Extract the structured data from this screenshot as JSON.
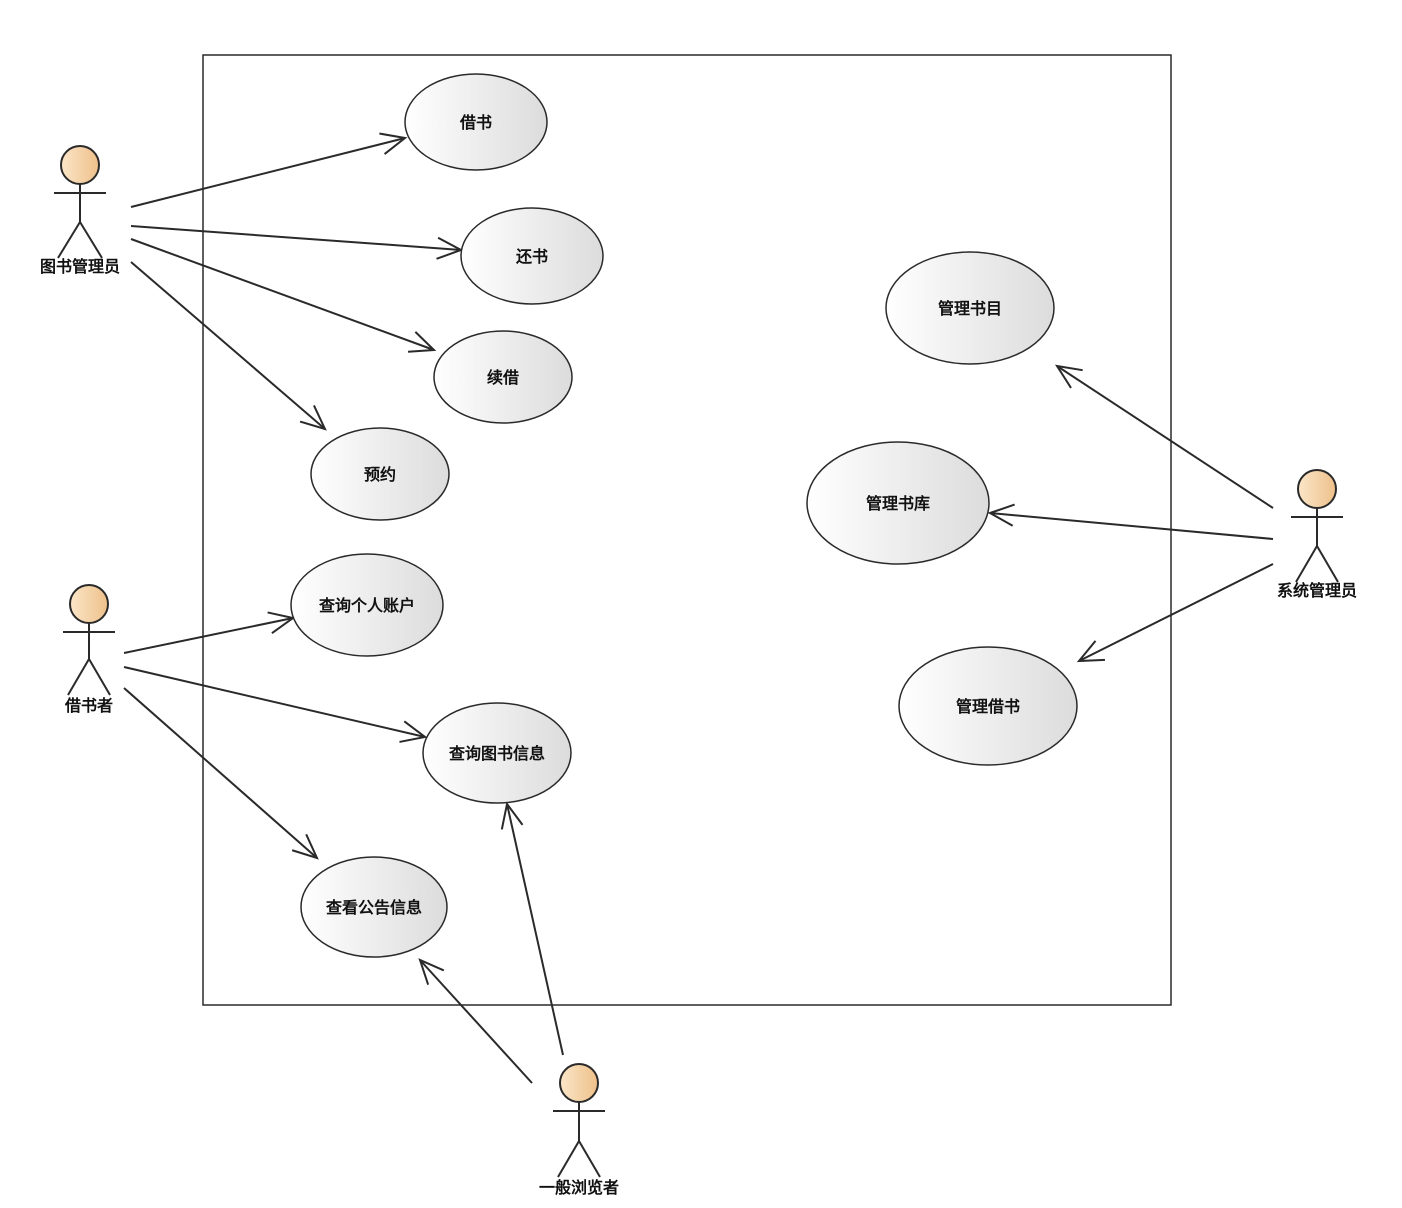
{
  "diagram": {
    "type": "uml-use-case",
    "colors": {
      "actor_head_light": "#fbe6c8",
      "actor_head_dark": "#eec08a",
      "ellipse_light": "#ffffff",
      "ellipse_dark": "#dcdcdc",
      "stroke": "#2a2a2a"
    },
    "actors": [
      {
        "id": "librarian",
        "label": "图书管理员"
      },
      {
        "id": "borrower",
        "label": "借书者"
      },
      {
        "id": "visitor",
        "label": "一般浏览者"
      },
      {
        "id": "sysadmin",
        "label": "系统管理员"
      }
    ],
    "use_cases": [
      {
        "id": "borrow",
        "label": "借书"
      },
      {
        "id": "return",
        "label": "还书"
      },
      {
        "id": "renew",
        "label": "续借"
      },
      {
        "id": "reserve",
        "label": "预约"
      },
      {
        "id": "query_account",
        "label": "查询个人账户"
      },
      {
        "id": "query_book",
        "label": "查询图书信息"
      },
      {
        "id": "view_notice",
        "label": "查看公告信息"
      },
      {
        "id": "manage_catalog",
        "label": "管理书目"
      },
      {
        "id": "manage_stock",
        "label": "管理书库"
      },
      {
        "id": "manage_loans",
        "label": "管理借书"
      }
    ],
    "associations": [
      {
        "from": "librarian",
        "to": "borrow"
      },
      {
        "from": "librarian",
        "to": "return"
      },
      {
        "from": "librarian",
        "to": "renew"
      },
      {
        "from": "librarian",
        "to": "reserve"
      },
      {
        "from": "borrower",
        "to": "query_account"
      },
      {
        "from": "borrower",
        "to": "query_book"
      },
      {
        "from": "borrower",
        "to": "view_notice"
      },
      {
        "from": "visitor",
        "to": "view_notice"
      },
      {
        "from": "visitor",
        "to": "query_book"
      },
      {
        "from": "sysadmin",
        "to": "manage_catalog"
      },
      {
        "from": "sysadmin",
        "to": "manage_stock"
      },
      {
        "from": "sysadmin",
        "to": "manage_loans"
      }
    ]
  }
}
